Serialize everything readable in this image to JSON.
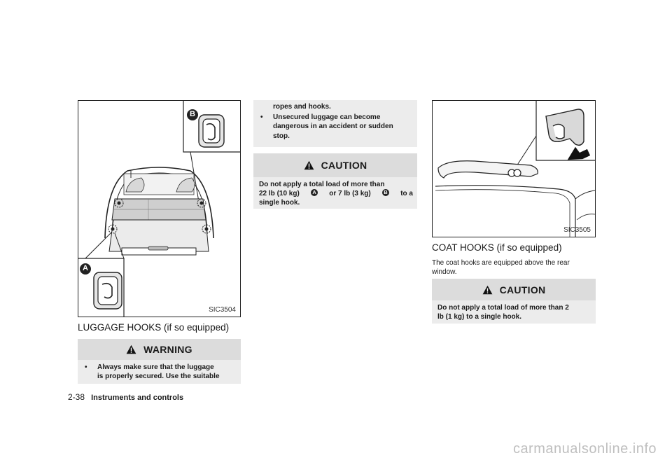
{
  "left_column": {
    "figure_code": "SIC3504",
    "label_a": "A",
    "label_b": "B",
    "section_title": "LUGGAGE HOOKS (if so equipped)",
    "warning": {
      "heading": "WARNING",
      "bullet_1_line_1": "Always make sure that the luggage",
      "bullet_1_line_2": "is properly secured. Use the suitable",
      "bullet_marker": "•"
    }
  },
  "middle_column": {
    "continuation": "ropes and hooks.",
    "bullet_2_line_1": "Unsecured luggage can become",
    "bullet_2_line_2": "dangerous in an accident or sudden",
    "bullet_2_line_3": "stop.",
    "caution": {
      "heading": "CAUTION",
      "line_1": "Do not apply a total load of more than",
      "line_2_a": "22 lb (10 kg)",
      "marker_a": "A",
      "line_2_b": "or 7 lb (3 kg)",
      "marker_b": "B",
      "line_2_c": "to a",
      "line_3": "single hook."
    }
  },
  "right_column": {
    "figure_code": "SIC3505",
    "section_title": "COAT HOOKS (if so equipped)",
    "body_line_1": "The coat hooks are equipped above the rear",
    "body_line_2": "window.",
    "caution": {
      "heading": "CAUTION",
      "line_1": "Do not apply a total load of more than 2",
      "line_2": "lb (1 kg) to a single hook."
    }
  },
  "footer": {
    "page_number": "2-38",
    "section_name": "Instruments and controls"
  },
  "watermark": "carmanualsonline.info"
}
